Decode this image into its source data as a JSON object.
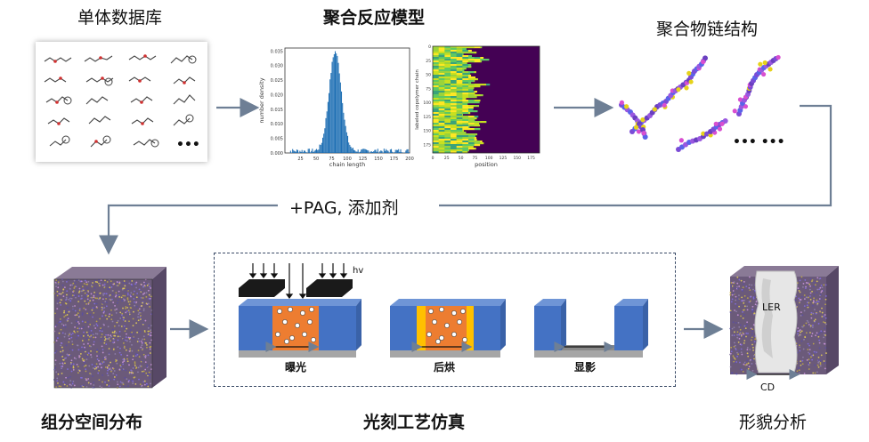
{
  "steps": {
    "monomer_db": "单体数据库",
    "polymerization_model": "聚合反应模型",
    "chain_structure": "聚合物链结构",
    "composition_distribution": "组分空间分布",
    "lithography_sim": "光刻工艺仿真",
    "morphology_analysis": "形貌分析"
  },
  "connector_label": "+PAG, 添加剂",
  "monomer_ellipsis": "•••",
  "chain_ellipsis": "••• •••",
  "histogram": {
    "xlabel": "chain length",
    "ylabel": "number density",
    "xticks": [
      "25",
      "50",
      "75",
      "100",
      "125",
      "150",
      "175",
      "200"
    ],
    "yticks": [
      "0.000",
      "0.005",
      "0.010",
      "0.015",
      "0.020",
      "0.025",
      "0.030",
      "0.035"
    ]
  },
  "heatmap": {
    "xlabel": "position",
    "ylabel": "labeled copolymer chain",
    "xticks": [
      "0",
      "25",
      "50",
      "75",
      "100",
      "125",
      "150",
      "175"
    ],
    "yticks": [
      "0",
      "25",
      "50",
      "75",
      "100",
      "125",
      "150",
      "175"
    ]
  },
  "process": {
    "light_label": "hv",
    "exposure": "曝光",
    "post_bake": "后烘",
    "development": "显影"
  },
  "morphology": {
    "ler": "LER",
    "cd": "CD"
  },
  "colors": {
    "arrow": "#6e7f95",
    "resist_blue": "#4472c4",
    "exposed_orange": "#ed7d31",
    "baked_yellow": "#ffc000",
    "substrate_gray": "#a6a6a6",
    "mask_black": "#1a1a1a",
    "heat_purple": "#440154",
    "heat_green": "#9bd33a"
  }
}
